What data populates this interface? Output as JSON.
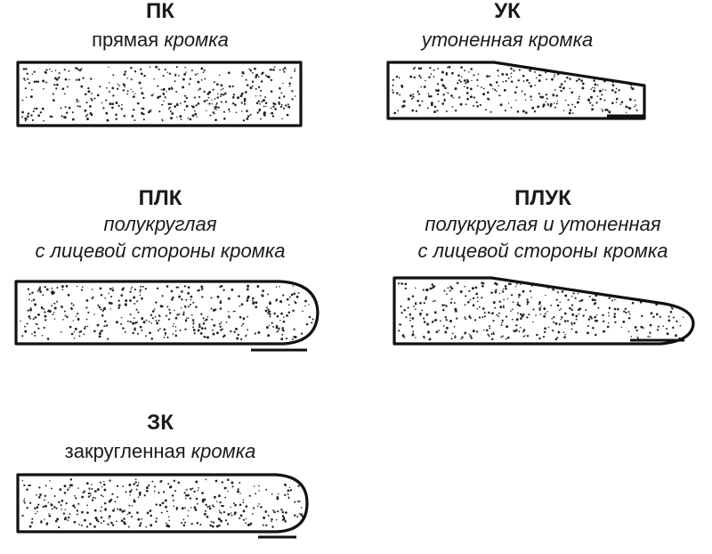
{
  "profiles": {
    "pk": {
      "code": "ПК",
      "desc": [
        {
          "text": "прямая ",
          "italic": false
        },
        {
          "text": "кромка",
          "italic": true
        }
      ]
    },
    "uk": {
      "code": "УК",
      "desc": [
        {
          "text": "утоненная кромка",
          "italic": true
        }
      ]
    },
    "plk": {
      "code": "ПЛК",
      "desc1": "полукруглая",
      "desc2": "с лицевой стороны кромка"
    },
    "pluk": {
      "code": "ПЛУК",
      "desc1": "полукруглая и утоненная",
      "desc2": "с лицевой стороны кромка"
    },
    "zk": {
      "code": "ЗК",
      "desc": [
        {
          "text": "закругленная ",
          "italic": false
        },
        {
          "text": "кромка",
          "italic": true
        }
      ]
    }
  }
}
